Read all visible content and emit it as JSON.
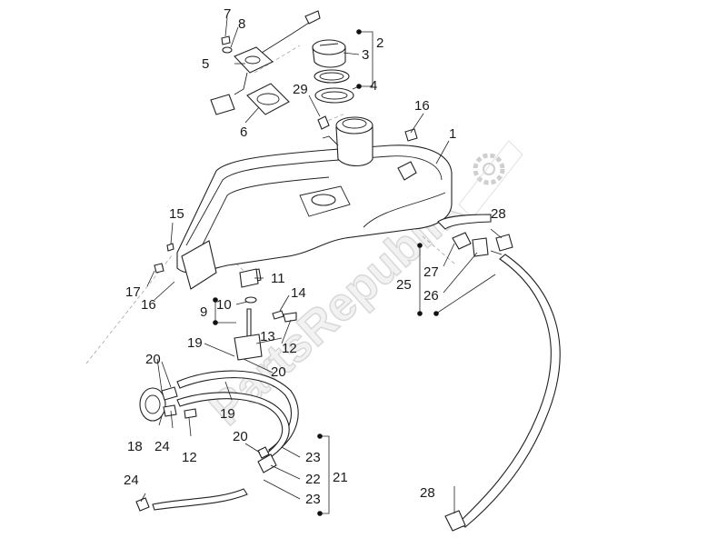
{
  "watermark": {
    "text": "PartsRepublik"
  },
  "labels": {
    "l1": "1",
    "l2": "2",
    "l3": "3",
    "l4": "4",
    "l5": "5",
    "l6": "6",
    "l7": "7",
    "l8": "8",
    "l9": "9",
    "l10": "10",
    "l11": "11",
    "l12a": "12",
    "l12b": "12",
    "l13": "13",
    "l14": "14",
    "l15": "15",
    "l16a": "16",
    "l16b": "16",
    "l17": "17",
    "l18": "18",
    "l19a": "19",
    "l19b": "19",
    "l20a": "20",
    "l20b": "20",
    "l20c": "20",
    "l21": "21",
    "l22": "22",
    "l23a": "23",
    "l23b": "23",
    "l24a": "24",
    "l24b": "24",
    "l25": "25",
    "l26": "26",
    "l27": "27",
    "l28a": "28",
    "l28b": "28",
    "l29": "29"
  },
  "icons": {
    "watermark_logo": "gear-icon"
  }
}
